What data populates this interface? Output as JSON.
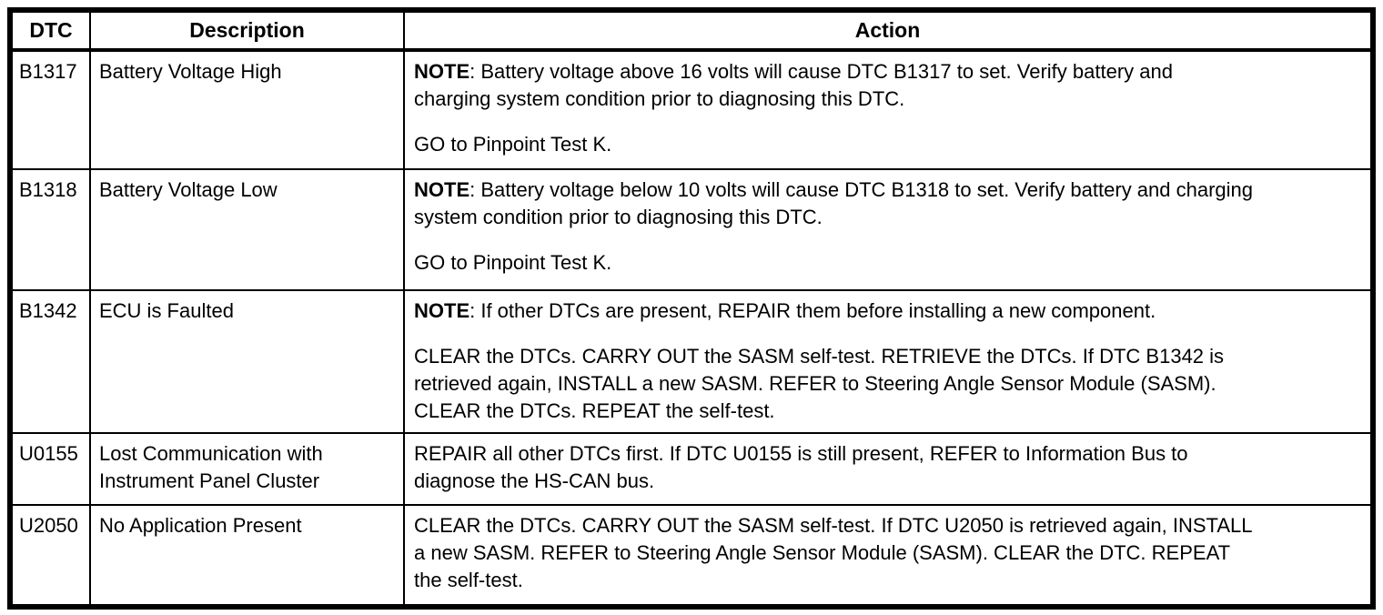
{
  "colors": {
    "text": "#000000",
    "border": "#000000",
    "background": "#ffffff"
  },
  "table": {
    "columns": [
      {
        "key": "dtc",
        "label": "DTC"
      },
      {
        "key": "description",
        "label": "Description"
      },
      {
        "key": "action",
        "label": "Action"
      }
    ],
    "bold_prefix": "NOTE",
    "rows": [
      {
        "dtc": "B1317",
        "description_lines": [
          "Battery Voltage High"
        ],
        "action_paragraphs": [
          [
            "NOTE: Battery voltage above 16 volts will cause DTC B1317 to set. Verify battery and",
            "charging system condition prior to diagnosing this DTC."
          ],
          [
            "GO to Pinpoint Test K."
          ]
        ]
      },
      {
        "dtc": "B1318",
        "description_lines": [
          "Battery Voltage Low"
        ],
        "action_paragraphs": [
          [
            "NOTE: Battery voltage below 10 volts will cause DTC B1318 to set. Verify battery and charging",
            "system condition prior to diagnosing this DTC."
          ],
          [
            "GO to Pinpoint Test K."
          ]
        ]
      },
      {
        "dtc": "B1342",
        "description_lines": [
          "ECU is Faulted"
        ],
        "action_paragraphs": [
          [
            "NOTE: If other DTCs are present, REPAIR them before installing a new component."
          ],
          [
            "CLEAR the DTCs. CARRY OUT the SASM self-test. RETRIEVE the DTCs. If DTC B1342 is",
            "retrieved again, INSTALL a new SASM. REFER to Steering Angle Sensor Module (SASM).",
            "CLEAR the DTCs. REPEAT the self-test."
          ]
        ]
      },
      {
        "dtc": "U0155",
        "description_lines": [
          "Lost Communication with",
          "Instrument Panel Cluster"
        ],
        "action_paragraphs": [
          [
            "REPAIR all other DTCs first. If DTC U0155 is still present, REFER to Information Bus to",
            "diagnose the HS-CAN bus."
          ]
        ]
      },
      {
        "dtc": "U2050",
        "description_lines": [
          "No Application Present"
        ],
        "action_paragraphs": [
          [
            "CLEAR the DTCs. CARRY OUT the SASM self-test. If DTC U2050 is retrieved again, INSTALL",
            "a new SASM. REFER to Steering Angle Sensor Module (SASM). CLEAR the DTC. REPEAT",
            "the self-test."
          ]
        ]
      }
    ]
  }
}
